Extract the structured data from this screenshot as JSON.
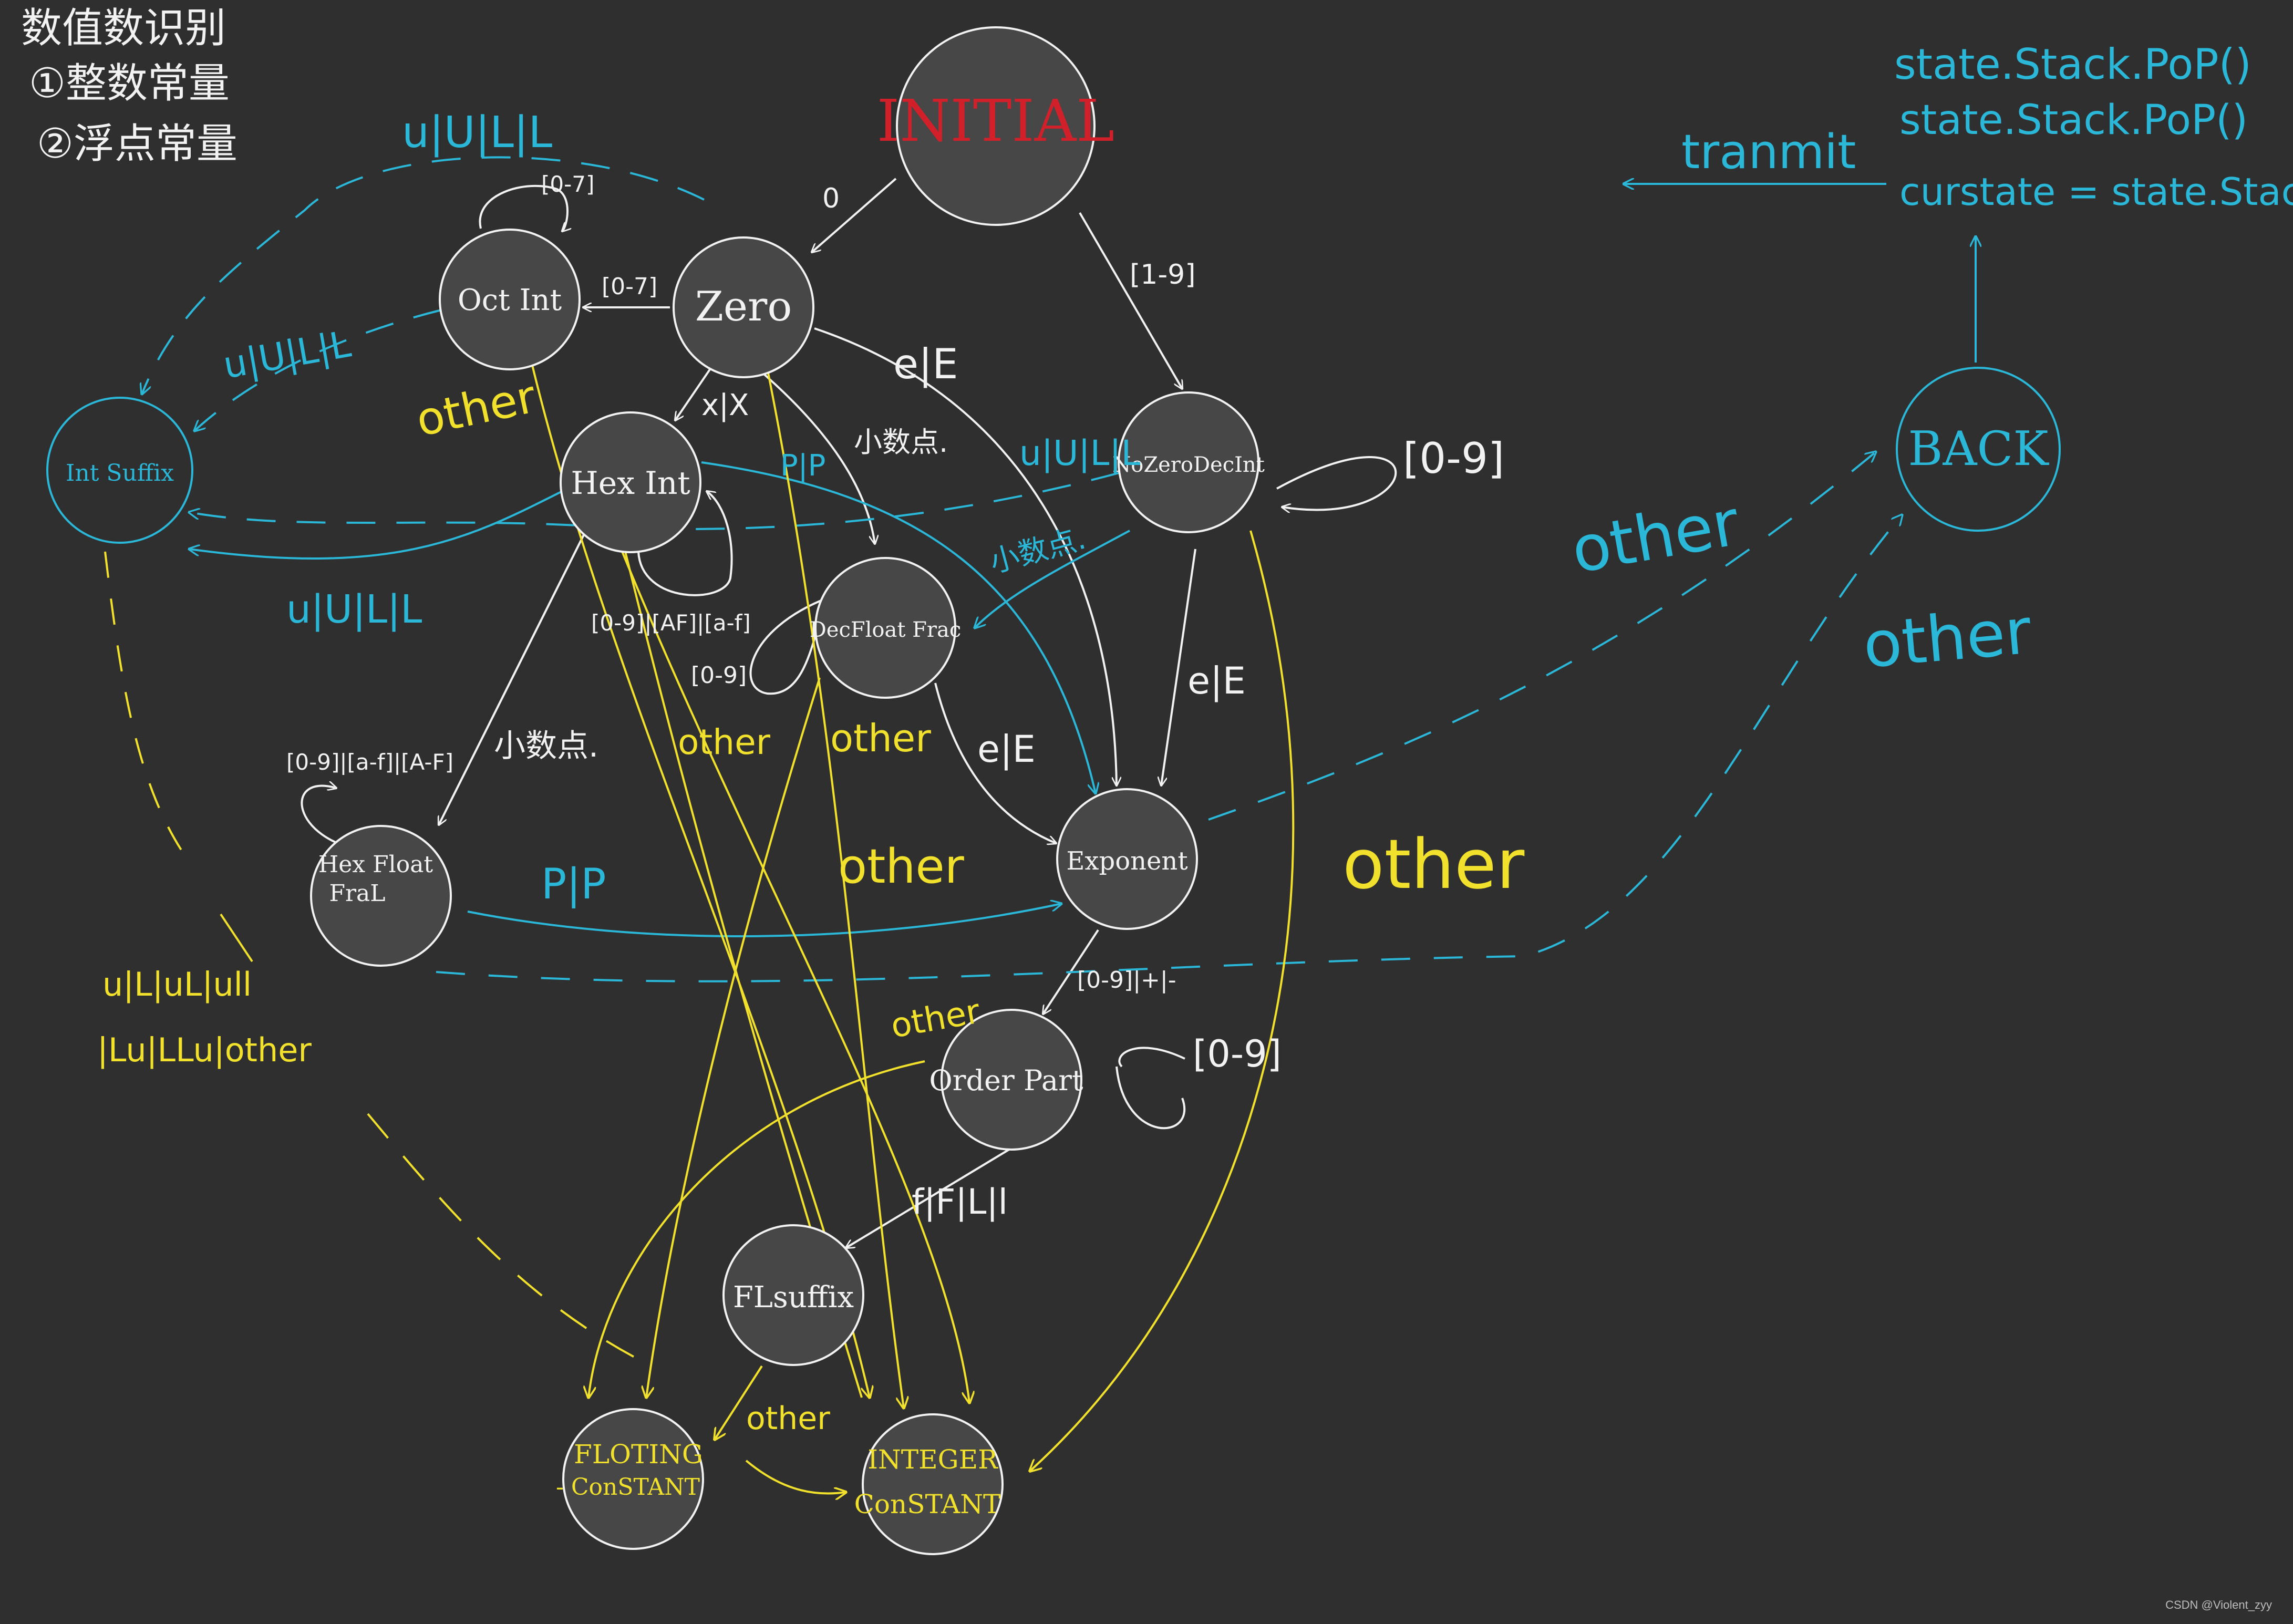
{
  "colors": {
    "background": "#2f2f2f",
    "node_fill": "#474747",
    "stroke_white": "#f2f2f2",
    "cyan": "#2bb7d8",
    "yellow": "#f1e12c",
    "red": "#d2202a"
  },
  "notes": {
    "line1": "数值数识别",
    "line2": "①整数常量",
    "line3": "②浮点常量"
  },
  "stack_ops": {
    "line1": "state.Stack.PoP()",
    "line2": "state.Stack.PoP()",
    "line3": "curstate = state.Stack.peek()",
    "transmit": "tranmit"
  },
  "nodes": {
    "initial": "INITIAL",
    "zero": "Zero",
    "oct_int": "Oct Int",
    "hex_int": "Hex Int",
    "int_suffix": "Int Suffix",
    "nozero_dec_int": "NoZeroDecInt",
    "dec_float_frac": "DecFloat Frac",
    "hex_float_frac_1": "Hex Float",
    "hex_float_frac_2": "FraL",
    "exponent": "Exponent",
    "order_part": "Order Part",
    "fl_suffix": "FLsuffix",
    "floating_1": "FLOTING",
    "floating_2": "- ConSTANT",
    "integer_1": "INTEGER",
    "integer_2": "ConSTANT",
    "back": "BACK"
  },
  "edges": {
    "init_zero": "0",
    "init_nozero": "[1-9]",
    "oct_self": "[0-7]",
    "zero_oct": "[0-7]",
    "zero_hex": "x|X",
    "zero_exp": "e|E",
    "zero_dot": "小数点.",
    "nozero_self": "[0-9]",
    "nozero_suffix": "u|U|L|L",
    "nozero_dot": "小数点.",
    "nozero_exp": "e|E",
    "hex_pP": "P|P",
    "hex_digits": "[0-9]|[AF]|[a-f]",
    "hex_dot": "小数点.",
    "dec_frac_self": "[0-9]",
    "dec_frac_exp": "e|E",
    "hexfloat_self": "[0-9]|[a-f]|[A-F]",
    "hexfloat_pP": "P|P",
    "exp_order": "[0-9]|+|-",
    "order_self": "[0-9]",
    "order_suffix": "f|F|L|l",
    "suffix_top": "u|U|L|L",
    "suffix_oct": "u|U|L|L",
    "suffix_hex": "u|U|L|L",
    "other_oct": "other",
    "other_hex": "other",
    "other_dec_frac": "other",
    "other_mid": "other",
    "other_nozero": "other",
    "other_order": "other",
    "other_fl": "other",
    "other_back_1": "other",
    "other_back_2": "other",
    "suffix_yellow_1": "u|L|uL|ull",
    "suffix_yellow_2": "|Lu|LLu|other"
  },
  "watermark": "CSDN @Violent_zyy"
}
